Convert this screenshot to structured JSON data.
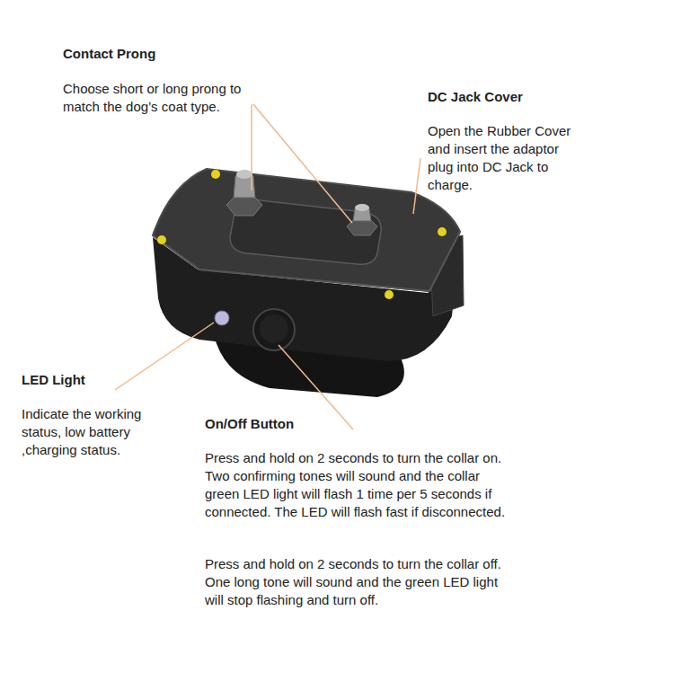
{
  "diagram": {
    "labels": [
      "Contact Prong",
      "Choose short or long prong to match the dog’s coat type.",
      "DC Jack Cover",
      "Open the Rubber Cover and insert the adaptor plug into DC Jack to charge.",
      "LED Light",
      "Indicate the working status, low battery ,charging status.",
      "On/Off Button",
      "Press and hold on 2 seconds to turn the collar on. Two confirming tones will sound and the collar green LED light will flash 1 time per 5 seconds if connected. The LED will flash fast if disconnected.",
      "Press and hold on 2 seconds to turn the collar off. One long tone will sound and the green LED light will stop flashing and turn off."
    ]
  }
}
